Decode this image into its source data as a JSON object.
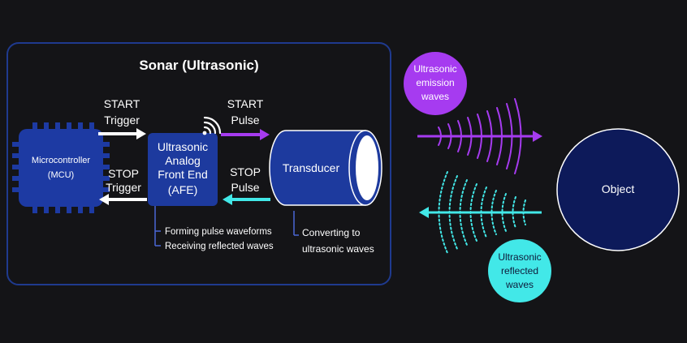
{
  "diagram": {
    "title": "Sonar (Ultrasonic)",
    "mcu": {
      "line1": "Microcontroller",
      "line2": "(MCU)"
    },
    "afe": {
      "line1": "Ultrasonic",
      "line2": "Analog",
      "line3": "Front End",
      "line4": "(AFE)"
    },
    "transducer": {
      "label": "Transducer"
    },
    "object": {
      "label": "Object"
    },
    "start_trigger": {
      "line1": "START",
      "line2": "Trigger"
    },
    "stop_trigger": {
      "line1": "STOP",
      "line2": "Trigger"
    },
    "start_pulse": {
      "line1": "START",
      "line2": "Pulse"
    },
    "stop_pulse": {
      "line1": "STOP",
      "line2": "Pulse"
    },
    "afe_notes": [
      "Forming pulse waveforms",
      "Receiving reflected waves"
    ],
    "transducer_notes": [
      "Converting to",
      "ultrasonic waves"
    ],
    "emission_badge": {
      "line1": "Ultrasonic",
      "line2": "emission",
      "line3": "waves"
    },
    "reflected_badge": {
      "line1": "Ultrasonic",
      "line2": "reflected",
      "line3": "waves"
    }
  },
  "colors": {
    "background": "#141417",
    "frame": "#1f3a8f",
    "chip": "#1d3aa3",
    "afe": "#1d3a9e",
    "object": "#0d1a5a",
    "emission": "#a63bf0",
    "reflected": "#42e8e8",
    "arrow_white": "#ffffff",
    "note_line": "#4b66d6"
  },
  "icons": {
    "wireless": "wifi-signal-icon"
  }
}
